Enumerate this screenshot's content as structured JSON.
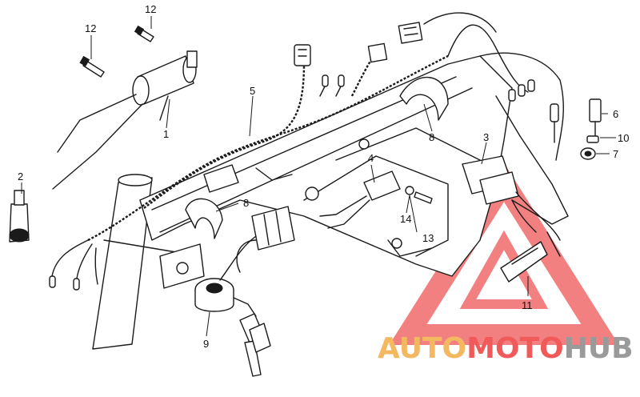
{
  "diagram": {
    "callouts": {
      "c1": "1",
      "c2": "2",
      "c3": "3",
      "c4": "4",
      "c5": "5",
      "c6": "6",
      "c7": "7",
      "c8a": "8",
      "c8b": "8",
      "c9": "9",
      "c10": "10",
      "c11": "11",
      "c12a": "12",
      "c12b": "12",
      "c13": "13",
      "c14": "14"
    }
  },
  "watermark": {
    "part1": "AUTO",
    "part2": "MOTO",
    "part3": "HUB",
    "colors": {
      "part1": "#f4b860",
      "part2": "#f05a5a",
      "part3": "#9a9a9a",
      "triangle": "#f06a6a"
    }
  }
}
